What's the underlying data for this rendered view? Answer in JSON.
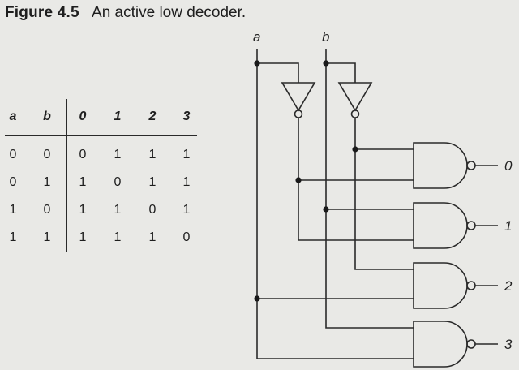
{
  "caption": {
    "label": "Figure 4.5",
    "text": "An active low decoder."
  },
  "truth_table": {
    "headers": [
      "a",
      "b",
      "0",
      "1",
      "2",
      "3"
    ],
    "rows": [
      [
        "0",
        "0",
        "0",
        "1",
        "1",
        "1"
      ],
      [
        "0",
        "1",
        "1",
        "0",
        "1",
        "1"
      ],
      [
        "1",
        "0",
        "1",
        "1",
        "0",
        "1"
      ],
      [
        "1",
        "1",
        "1",
        "1",
        "1",
        "0"
      ]
    ]
  },
  "circuit": {
    "inputs": [
      "a",
      "b"
    ],
    "outputs": [
      "0",
      "1",
      "2",
      "3"
    ]
  }
}
